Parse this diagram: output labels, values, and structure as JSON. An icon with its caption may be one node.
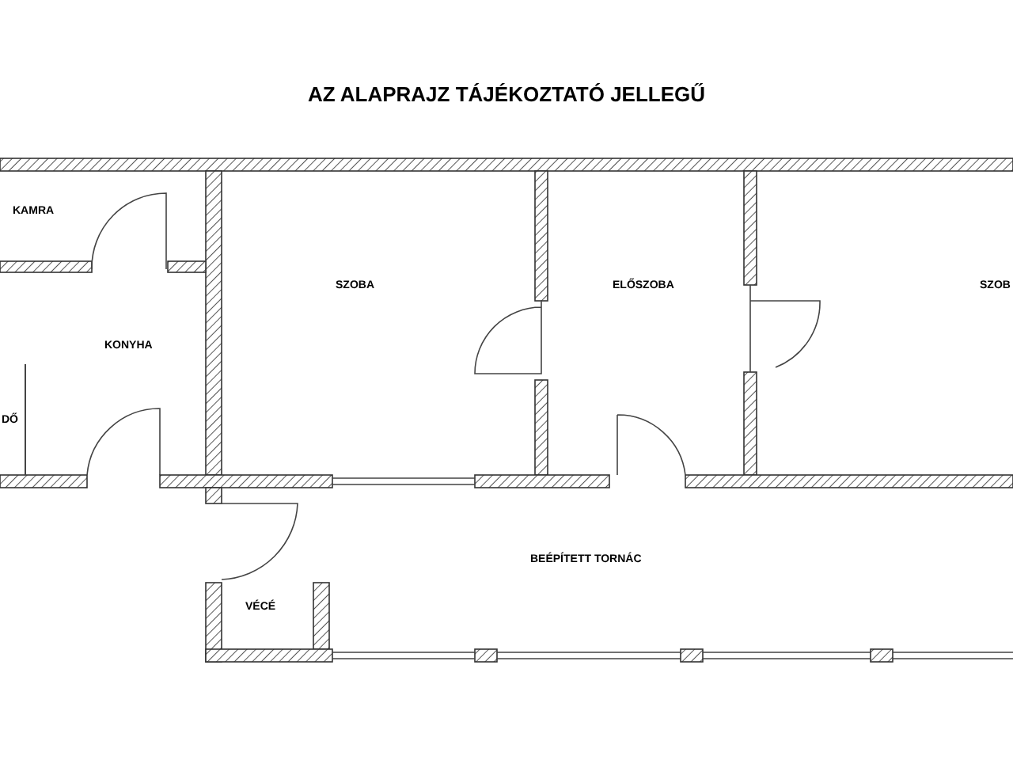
{
  "diagram": {
    "title": "AZ ALAPRAJZ TÁJÉKOZTATÓ JELLEGŰ",
    "labels": [
      "KAMRA",
      "SZOBA",
      "ELŐSZOBA",
      "SZOB",
      "KONYHA",
      "DŐ",
      "BEÉPÍTETT TORNÁC",
      "VÉCÉ"
    ]
  }
}
